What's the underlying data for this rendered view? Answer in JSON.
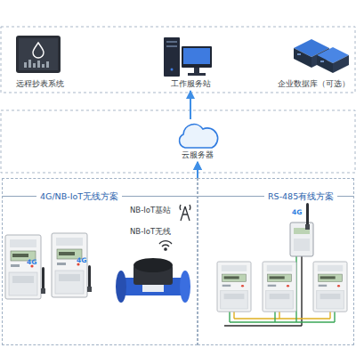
{
  "diagram": {
    "nodes": [
      {
        "text": [
          "远程抄表系统"
        ]
      },
      {
        "text": [
          "工作服务站"
        ]
      },
      {
        "text": [
          "企业数据库（可选）"
        ]
      },
      {
        "text": [
          "云服务器"
        ]
      },
      {
        "text": [
          "4G/NB-IoT无线方案"
        ]
      },
      {
        "text": [
          "RS-485有线方案"
        ]
      }
    ],
    "edges": [
      {
        "from": 3,
        "to": 1,
        "arrow": "to"
      },
      {
        "from": 4,
        "to": 3,
        "arrow": "to"
      },
      {
        "from": 5,
        "to": 3,
        "arrow": "to"
      }
    ],
    "labels": [
      "NB-IoT基站",
      "NB-IoT无线",
      "4G",
      "4G",
      "4G"
    ]
  }
}
